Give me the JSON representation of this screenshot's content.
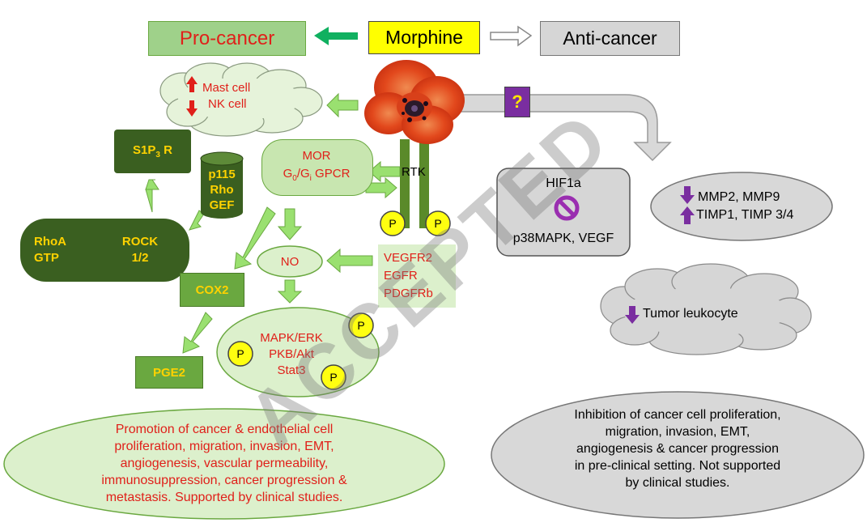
{
  "header": {
    "pro_cancer": "Pro-cancer",
    "morphine": "Morphine",
    "anti_cancer": "Anti-cancer"
  },
  "question_mark": "?",
  "immune_cloud": {
    "line1": "Mast cell",
    "line2": "NK cell"
  },
  "s1p3r": {
    "main": "S1P",
    "sub": "3",
    "tail": " R"
  },
  "p115": [
    "p115",
    "Rho",
    "GEF"
  ],
  "rhoa": [
    "RhoA",
    "GTP"
  ],
  "rock": [
    "ROCK",
    "1/2"
  ],
  "mor": {
    "line1": "MOR",
    "g0": "G",
    "g0sub": "0",
    "slash": "/G",
    "gisub": "i",
    "gpcr": " GPCR"
  },
  "rtk": "RTK",
  "phospho": "P",
  "no": "NO",
  "receptors": [
    "VEGFR2",
    "EGFR",
    "PDGFRb"
  ],
  "cox2": "COX2",
  "pge2": "PGE2",
  "kinases": [
    "MAPK/ERK",
    "PKB/Akt",
    "Stat3"
  ],
  "hif": {
    "top": "HIF1a",
    "bottom": "p38MAPK, VEGF"
  },
  "mmp": {
    "line1": "MMP2, MMP9",
    "line2": "TIMP1, TIMP 3/4"
  },
  "leukocyte": "Tumor leukocyte",
  "pro_outcome": [
    "Promotion of cancer & endothelial cell",
    "proliferation, migration, invasion, EMT,",
    "angiogenesis, vascular permeability,",
    "immunosuppression, cancer progression &",
    "metastasis. Supported by clinical studies."
  ],
  "anti_outcome": [
    "Inhibition of cancer cell proliferation,",
    "migration, invasion, EMT,",
    "angiogenesis & cancer progression",
    "in pre-clinical setting. Not supported",
    "by clinical studies."
  ],
  "watermark": "ACCEPTED",
  "colors": {
    "pro_box": "#9fd18a",
    "pale_green": "#dcf0cc",
    "dark_green": "#3a5f20",
    "mid_green": "#6aa840",
    "arrow_green": "#96e070",
    "yellow": "#ffff00",
    "grey": "#d6d6d6",
    "purple": "#7a2ea0",
    "red": "#e0201a",
    "gold": "#ffd200"
  }
}
